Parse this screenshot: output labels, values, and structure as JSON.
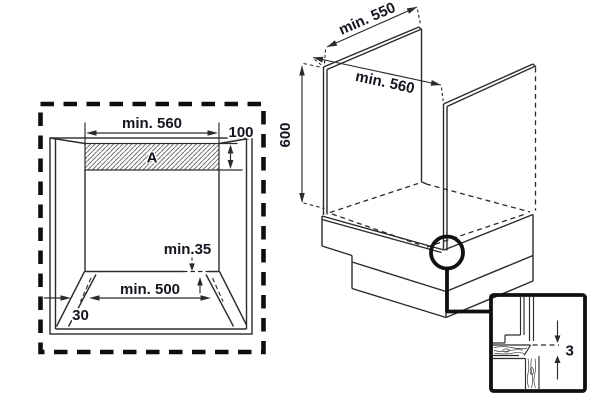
{
  "title": "Oven built-in installation dimensions diagram",
  "colors": {
    "line": "#2b2b2b",
    "text": "#15151f",
    "heavy_line": "#101010",
    "background": "#ffffff"
  },
  "front_view": {
    "dim_width_top": "min. 560",
    "dim_vent_height": "100",
    "vent_area_label": "A",
    "dim_rear_gap": "min.35",
    "dim_width_bottom": "min. 500",
    "dim_chamfer": "30"
  },
  "perspective_view": {
    "dim_depth": "min. 550",
    "dim_width": "min. 560",
    "dim_height": "600"
  },
  "detail_view": {
    "dim_gap": "3"
  }
}
